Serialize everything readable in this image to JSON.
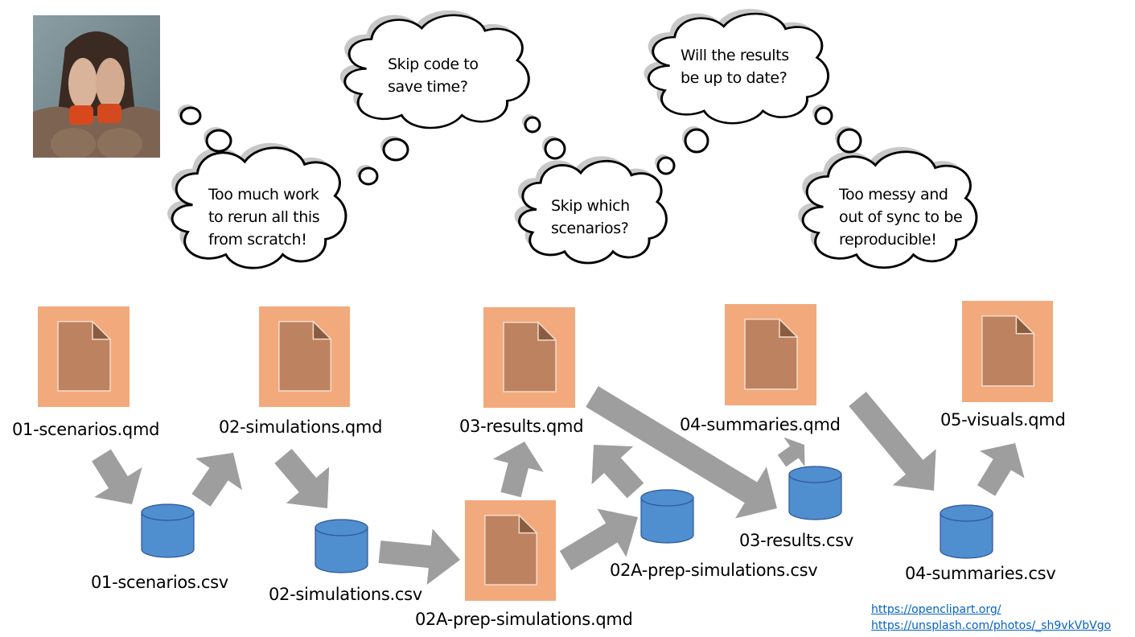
{
  "colors": {
    "doc_bg": "#f2aa7c",
    "doc_page": "#bd8260",
    "doc_fold": "#8a5c40",
    "db_fill": "#4f8ecf",
    "db_stroke": "#2f5597",
    "arrow": "#9e9e9e",
    "link": "#0563c1"
  },
  "photo": {
    "alt": "stressed-person-covering-face"
  },
  "thoughts": [
    {
      "id": "too-much-work",
      "text": "Too much work\nto rerun all this\nfrom scratch!"
    },
    {
      "id": "skip-code",
      "text": "Skip code to\nsave time?"
    },
    {
      "id": "skip-scenarios",
      "text": "Skip which\nscenarios?"
    },
    {
      "id": "results-up-to-date",
      "text": "Will the results\nbe up to date?"
    },
    {
      "id": "too-messy",
      "text": "Too messy and\nout of sync to be\nreproducible!"
    }
  ],
  "files": {
    "qmd": [
      {
        "id": "01-scenarios-qmd",
        "label": "01-scenarios.qmd"
      },
      {
        "id": "02-simulations-qmd",
        "label": "02-simulations.qmd"
      },
      {
        "id": "02a-prep-simulations-qmd",
        "label": "02A-prep-simulations.qmd"
      },
      {
        "id": "03-results-qmd",
        "label": "03-results.qmd"
      },
      {
        "id": "04-summaries-qmd",
        "label": "04-summaries.qmd"
      },
      {
        "id": "05-visuals-qmd",
        "label": "05-visuals.qmd"
      }
    ],
    "csv": [
      {
        "id": "01-scenarios-csv",
        "label": "01-scenarios.csv"
      },
      {
        "id": "02-simulations-csv",
        "label": "02-simulations.csv"
      },
      {
        "id": "02a-prep-simulations-csv",
        "label": "02A-prep-simulations.csv"
      },
      {
        "id": "03-results-csv",
        "label": "03-results.csv"
      },
      {
        "id": "04-summaries-csv",
        "label": "04-summaries.csv"
      }
    ]
  },
  "flow": [
    {
      "from": "01-scenarios-qmd",
      "to": "01-scenarios-csv"
    },
    {
      "from": "01-scenarios-csv",
      "to": "02-simulations-qmd"
    },
    {
      "from": "02-simulations-qmd",
      "to": "02-simulations-csv"
    },
    {
      "from": "02-simulations-csv",
      "to": "02a-prep-simulations-qmd"
    },
    {
      "from": "02a-prep-simulations-qmd",
      "to": "03-results-qmd"
    },
    {
      "from": "02a-prep-simulations-qmd",
      "to": "02a-prep-simulations-csv"
    },
    {
      "from": "02a-prep-simulations-csv",
      "to": "03-results-qmd"
    },
    {
      "from": "03-results-qmd",
      "to": "03-results-csv"
    },
    {
      "from": "03-results-csv",
      "to": "04-summaries-qmd"
    },
    {
      "from": "04-summaries-qmd",
      "to": "04-summaries-csv"
    },
    {
      "from": "04-summaries-csv",
      "to": "05-visuals-qmd"
    }
  ],
  "credits": [
    "https://openclipart.org/",
    "https://unsplash.com/photos/_sh9vkVbVgo"
  ]
}
